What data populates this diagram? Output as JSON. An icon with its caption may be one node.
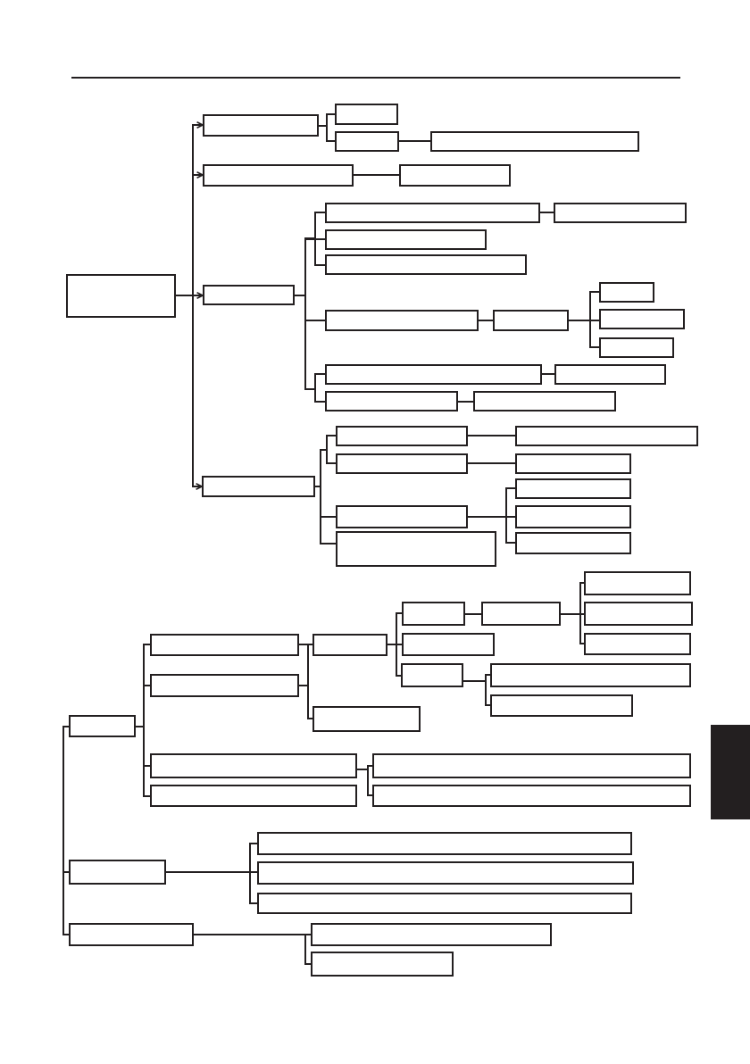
{
  "diagram": {
    "nodes": [
      {
        "text": [],
        "shape": "box"
      },
      {
        "text": [],
        "shape": "box"
      },
      {
        "text": [],
        "shape": "box"
      },
      {
        "text": [],
        "shape": "box"
      },
      {
        "text": [],
        "shape": "box"
      },
      {
        "text": [],
        "shape": "box"
      },
      {
        "text": [],
        "shape": "box"
      },
      {
        "text": [],
        "shape": "box"
      },
      {
        "text": [],
        "shape": "box"
      },
      {
        "text": [],
        "shape": "box"
      },
      {
        "text": [],
        "shape": "box"
      },
      {
        "text": [],
        "shape": "box"
      },
      {
        "text": [],
        "shape": "box"
      },
      {
        "text": [],
        "shape": "box"
      },
      {
        "text": [],
        "shape": "box"
      },
      {
        "text": [],
        "shape": "box"
      },
      {
        "text": [],
        "shape": "box"
      },
      {
        "text": [],
        "shape": "box"
      },
      {
        "text": [],
        "shape": "box"
      },
      {
        "text": [],
        "shape": "box"
      },
      {
        "text": [],
        "shape": "box"
      },
      {
        "text": [],
        "shape": "box"
      },
      {
        "text": [],
        "shape": "box"
      },
      {
        "text": [],
        "shape": "box"
      },
      {
        "text": [],
        "shape": "box"
      },
      {
        "text": [],
        "shape": "box"
      },
      {
        "text": [],
        "shape": "box"
      },
      {
        "text": [],
        "shape": "box"
      },
      {
        "text": [],
        "shape": "box"
      },
      {
        "text": [],
        "shape": "box"
      },
      {
        "text": [],
        "shape": "box"
      },
      {
        "text": [],
        "shape": "box"
      },
      {
        "text": [],
        "shape": "box"
      },
      {
        "text": [],
        "shape": "box"
      },
      {
        "text": [],
        "shape": "box"
      },
      {
        "text": [],
        "shape": "box"
      },
      {
        "text": [],
        "shape": "box"
      },
      {
        "text": [],
        "shape": "box"
      },
      {
        "text": [],
        "shape": "box"
      },
      {
        "text": [],
        "shape": "box"
      },
      {
        "text": [],
        "shape": "box"
      },
      {
        "text": [],
        "shape": "box"
      },
      {
        "text": [],
        "shape": "box"
      },
      {
        "text": [],
        "shape": "box"
      },
      {
        "text": [],
        "shape": "box"
      },
      {
        "text": [],
        "shape": "box"
      },
      {
        "text": [],
        "shape": "box"
      },
      {
        "text": [],
        "shape": "box"
      },
      {
        "text": [],
        "shape": "box"
      },
      {
        "text": [],
        "shape": "box"
      },
      {
        "text": [],
        "shape": "box"
      },
      {
        "text": [],
        "shape": "box"
      },
      {
        "text": [],
        "shape": "box"
      },
      {
        "text": [],
        "shape": "box"
      },
      {
        "text": [],
        "shape": "box"
      },
      {
        "text": [],
        "shape": "box"
      }
    ],
    "edges": [
      {
        "from": 0,
        "to": 1,
        "arrow": "to"
      },
      {
        "from": 0,
        "to": 5,
        "arrow": "to"
      },
      {
        "from": 0,
        "to": 7,
        "arrow": "to"
      },
      {
        "from": 0,
        "to": 21,
        "arrow": "to"
      },
      {
        "from": 1,
        "to": 2,
        "arrow": "none"
      },
      {
        "from": 1,
        "to": 3,
        "arrow": "none"
      },
      {
        "from": 3,
        "to": 4,
        "arrow": "none"
      },
      {
        "from": 5,
        "to": 6,
        "arrow": "none"
      },
      {
        "from": 7,
        "to": 8,
        "arrow": "none"
      },
      {
        "from": 8,
        "to": 9,
        "arrow": "none"
      },
      {
        "from": 7,
        "to": 10,
        "arrow": "none"
      },
      {
        "from": 7,
        "to": 11,
        "arrow": "none"
      },
      {
        "from": 7,
        "to": 12,
        "arrow": "none"
      },
      {
        "from": 12,
        "to": 13,
        "arrow": "none"
      },
      {
        "from": 13,
        "to": 14,
        "arrow": "none"
      },
      {
        "from": 13,
        "to": 15,
        "arrow": "none"
      },
      {
        "from": 13,
        "to": 16,
        "arrow": "none"
      },
      {
        "from": 7,
        "to": 17,
        "arrow": "none"
      },
      {
        "from": 17,
        "to": 18,
        "arrow": "none"
      },
      {
        "from": 7,
        "to": 19,
        "arrow": "none"
      },
      {
        "from": 19,
        "to": 20,
        "arrow": "none"
      },
      {
        "from": 21,
        "to": 22,
        "arrow": "none"
      },
      {
        "from": 22,
        "to": 23,
        "arrow": "none"
      },
      {
        "from": 21,
        "to": 24,
        "arrow": "none"
      },
      {
        "from": 24,
        "to": 25,
        "arrow": "none"
      },
      {
        "from": 21,
        "to": 26,
        "arrow": "none"
      },
      {
        "from": 26,
        "to": 27,
        "arrow": "none"
      },
      {
        "from": 26,
        "to": 28,
        "arrow": "none"
      },
      {
        "from": 26,
        "to": 29,
        "arrow": "none"
      },
      {
        "from": 21,
        "to": 30,
        "arrow": "none"
      },
      {
        "from": 31,
        "to": 49,
        "arrow": "none"
      },
      {
        "from": 31,
        "to": 53,
        "arrow": "none"
      },
      {
        "from": 31,
        "to": 32,
        "arrow": "none"
      },
      {
        "from": 31,
        "to": 33,
        "arrow": "none"
      },
      {
        "from": 31,
        "to": 45,
        "arrow": "none"
      },
      {
        "from": 31,
        "to": 47,
        "arrow": "none"
      },
      {
        "from": 32,
        "to": 34,
        "arrow": "none"
      },
      {
        "from": 32,
        "to": 44,
        "arrow": "none"
      },
      {
        "from": 33,
        "to": 34,
        "arrow": "none"
      },
      {
        "from": 33,
        "to": 44,
        "arrow": "none"
      },
      {
        "from": 34,
        "to": 35,
        "arrow": "none"
      },
      {
        "from": 34,
        "to": 40,
        "arrow": "none"
      },
      {
        "from": 34,
        "to": 41,
        "arrow": "none"
      },
      {
        "from": 35,
        "to": 36,
        "arrow": "none"
      },
      {
        "from": 36,
        "to": 37,
        "arrow": "none"
      },
      {
        "from": 36,
        "to": 38,
        "arrow": "none"
      },
      {
        "from": 36,
        "to": 39,
        "arrow": "none"
      },
      {
        "from": 41,
        "to": 42,
        "arrow": "none"
      },
      {
        "from": 41,
        "to": 43,
        "arrow": "none"
      },
      {
        "from": 45,
        "to": 46,
        "arrow": "none"
      },
      {
        "from": 45,
        "to": 48,
        "arrow": "none"
      },
      {
        "from": 49,
        "to": 50,
        "arrow": "none"
      },
      {
        "from": 49,
        "to": 51,
        "arrow": "none"
      },
      {
        "from": 49,
        "to": 52,
        "arrow": "none"
      },
      {
        "from": 53,
        "to": 54,
        "arrow": "none"
      },
      {
        "from": 53,
        "to": 55,
        "arrow": "none"
      }
    ]
  }
}
